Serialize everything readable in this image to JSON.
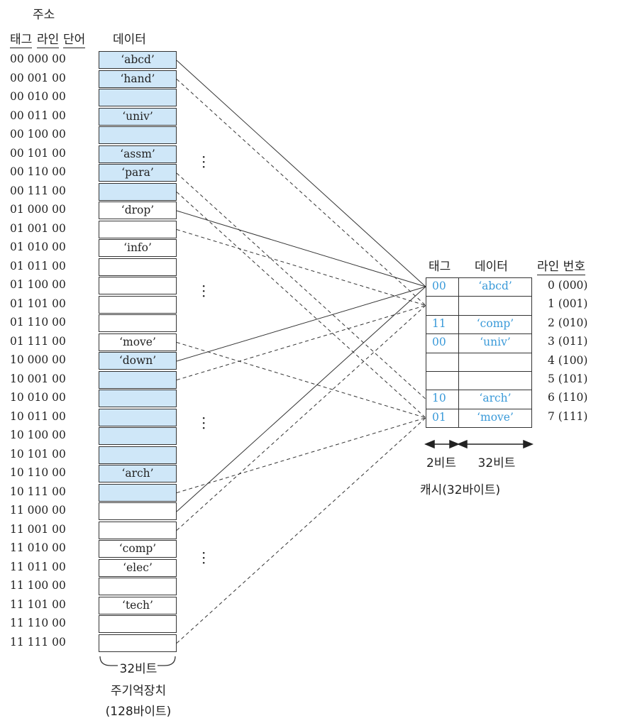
{
  "memory": {
    "header_address": "주소",
    "header_tag": "태그",
    "header_line": "라인",
    "header_word": "단어",
    "header_data": "데이터",
    "rows": [
      {
        "addr": "00 000 00",
        "data": "‘abcd’",
        "hl": true
      },
      {
        "addr": "00 001 00",
        "data": "‘hand’",
        "hl": true
      },
      {
        "addr": "00 010 00",
        "data": "",
        "hl": true
      },
      {
        "addr": "00 011 00",
        "data": "‘univ’",
        "hl": true
      },
      {
        "addr": "00 100 00",
        "data": "",
        "hl": true
      },
      {
        "addr": "00 101 00",
        "data": "‘assm’",
        "hl": true
      },
      {
        "addr": "00 110 00",
        "data": "‘para’",
        "hl": true
      },
      {
        "addr": "00 111 00",
        "data": "",
        "hl": true
      },
      {
        "addr": "01 000 00",
        "data": "‘drop’",
        "hl": false
      },
      {
        "addr": "01 001 00",
        "data": "",
        "hl": false
      },
      {
        "addr": "01 010 00",
        "data": "‘info’",
        "hl": false
      },
      {
        "addr": "01 011 00",
        "data": "",
        "hl": false
      },
      {
        "addr": "01 100 00",
        "data": "",
        "hl": false
      },
      {
        "addr": "01 101 00",
        "data": "",
        "hl": false
      },
      {
        "addr": "01 110 00",
        "data": "",
        "hl": false
      },
      {
        "addr": "01 111 00",
        "data": "‘move’",
        "hl": false
      },
      {
        "addr": "10 000 00",
        "data": "‘down’",
        "hl": true
      },
      {
        "addr": "10 001 00",
        "data": "",
        "hl": true
      },
      {
        "addr": "10 010 00",
        "data": "",
        "hl": true
      },
      {
        "addr": "10 011 00",
        "data": "",
        "hl": true
      },
      {
        "addr": "10 100 00",
        "data": "",
        "hl": true
      },
      {
        "addr": "10 101 00",
        "data": "",
        "hl": true
      },
      {
        "addr": "10 110 00",
        "data": "‘arch’",
        "hl": true
      },
      {
        "addr": "10 111 00",
        "data": "",
        "hl": true
      },
      {
        "addr": "11 000 00",
        "data": "",
        "hl": false
      },
      {
        "addr": "11 001 00",
        "data": "",
        "hl": false
      },
      {
        "addr": "11 010 00",
        "data": "‘comp’",
        "hl": false
      },
      {
        "addr": "11 011 00",
        "data": "‘elec’",
        "hl": false
      },
      {
        "addr": "11 100 00",
        "data": "",
        "hl": false
      },
      {
        "addr": "11 101 00",
        "data": "‘tech’",
        "hl": false
      },
      {
        "addr": "11 110 00",
        "data": "",
        "hl": false
      },
      {
        "addr": "11 111 00",
        "data": "",
        "hl": false
      }
    ],
    "width_label": "32비트",
    "caption_name": "주기억장치",
    "caption_size": "(128바이트)"
  },
  "cache": {
    "header_tag": "태그",
    "header_data": "데이터",
    "header_line": "라인 번호",
    "lines": [
      {
        "tag": "00",
        "data": "‘abcd’",
        "num": "0 (000)"
      },
      {
        "tag": "",
        "data": "",
        "num": "1 (001)"
      },
      {
        "tag": "11",
        "data": "‘comp’",
        "num": "2 (010)"
      },
      {
        "tag": "00",
        "data": "‘univ’",
        "num": "3 (011)"
      },
      {
        "tag": "",
        "data": "",
        "num": "4 (100)"
      },
      {
        "tag": "",
        "data": "",
        "num": "5 (101)"
      },
      {
        "tag": "10",
        "data": "‘arch’",
        "num": "6 (110)"
      },
      {
        "tag": "01",
        "data": "‘move’",
        "num": "7 (111)"
      }
    ],
    "tag_width_label": "2비트",
    "data_width_label": "32비트",
    "caption": "캐시(32바이트)"
  },
  "connections": [
    {
      "from_row": 0,
      "to_line": 0,
      "style": "solid"
    },
    {
      "from_row": 1,
      "to_line": 1,
      "style": "dashed"
    },
    {
      "from_row": 7,
      "to_line": 7,
      "style": "dashed"
    },
    {
      "from_row": 8,
      "to_line": 0,
      "style": "solid"
    },
    {
      "from_row": 9,
      "to_line": 1,
      "style": "dashed"
    },
    {
      "from_row": 15,
      "to_line": 7,
      "style": "dashed"
    },
    {
      "from_row": 16,
      "to_line": 0,
      "style": "solid"
    },
    {
      "from_row": 17,
      "to_line": 1,
      "style": "dashed"
    },
    {
      "from_row": 23,
      "to_line": 7,
      "style": "dashed"
    },
    {
      "from_row": 24,
      "to_line": 0,
      "style": "solid"
    },
    {
      "from_row": 25,
      "to_line": 1,
      "style": "dashed"
    },
    {
      "from_row": 31,
      "to_line": 7,
      "style": "dashed"
    },
    {
      "from_row": 6,
      "to_line": 6,
      "style": "dashed"
    }
  ]
}
